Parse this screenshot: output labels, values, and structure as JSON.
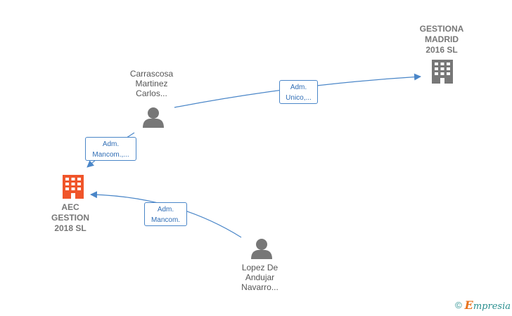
{
  "nodes": {
    "gestiona": {
      "label": "GESTIONA\nMADRID\n2016  SL",
      "kind": "company",
      "color": "#777777"
    },
    "aec": {
      "label": "AEC\nGESTION\n2018  SL",
      "kind": "company",
      "color": "#f0552a"
    },
    "carrascosa": {
      "label": "Carrascosa\nMartinez\nCarlos...",
      "kind": "person",
      "color": "#777777"
    },
    "lopez": {
      "label": "Lopez De\nAndujar\nNavarro...",
      "kind": "person",
      "color": "#777777"
    }
  },
  "edges": {
    "e1": {
      "label": "Adm.\nUnico,..."
    },
    "e2": {
      "label": "Adm.\nMancom.,..."
    },
    "e3": {
      "label": "Adm.\nMancom."
    }
  },
  "colors": {
    "edge": "#4a86c8"
  },
  "footer": {
    "copyright": "©",
    "brand_first": "E",
    "brand_rest": "mpresia"
  }
}
